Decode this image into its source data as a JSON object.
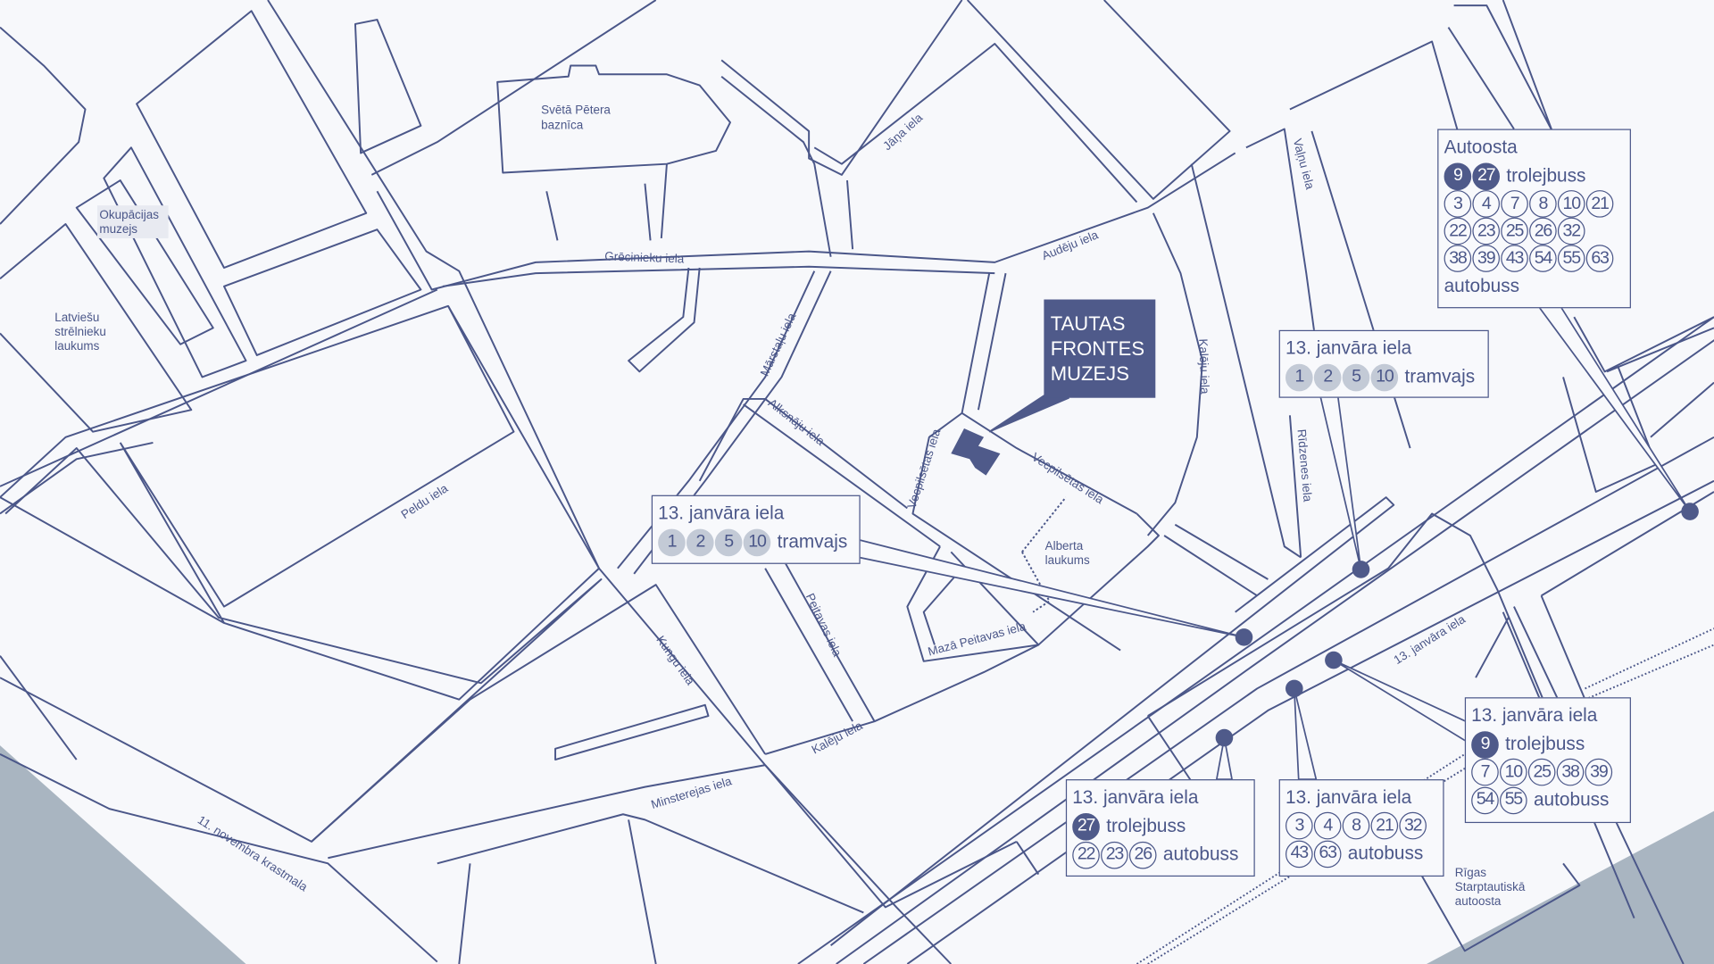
{
  "museum": {
    "line1": "TAUTAS",
    "line2": "FRONTES",
    "line3": "MUZEJS"
  },
  "places": {
    "church": [
      "Svētā Pētera",
      "baznīca"
    ],
    "occupation": [
      "Okupācijas",
      "muzejs"
    ],
    "riflemen": [
      "Latviešu",
      "strēlnieku",
      "laukums"
    ],
    "alberta": [
      "Alberta",
      "laukums"
    ],
    "busstation": [
      "Rīgas",
      "Starptautiskā",
      "autoosta"
    ]
  },
  "streets": {
    "jana": "Jāņa iela",
    "grecinieku": "Grēcinieku iela",
    "audeju": "Audēju iela",
    "valnu": "Vaļņu iela",
    "marstalu": "Mārstaļu iela",
    "kaleju1": "Kalēju iela",
    "alksnaju": "Alksnāju iela",
    "vecpilsetas1": "Vecpilsētas iela",
    "vecpilsetas2": "Vecpilsētas iela",
    "riharda": "Rīdzenes iela",
    "peldu": "Peldu iela",
    "peitavas": "Peitavas iela",
    "maza_peitavas": "Mazā Peitavas iela",
    "kungu": "Kungu iela",
    "kaleju2": "Kalēju iela",
    "minsterejas": "Minsterejas iela",
    "krastmala": "11. novembra krastmala",
    "janvara": "13. janvāra iela"
  },
  "stops": [
    {
      "id": "autoosta",
      "title": "Autoosta",
      "trolley": [
        "9",
        "27"
      ],
      "trolley_label": "trolejbuss",
      "bus": [
        "3",
        "4",
        "7",
        "8",
        "10",
        "21",
        "22",
        "23",
        "25",
        "26",
        "32",
        "38",
        "39",
        "43",
        "54",
        "55",
        "63"
      ],
      "bus_label": "autobuss"
    },
    {
      "id": "tram-right",
      "title": "13. janvāra iela",
      "tram": [
        "1",
        "2",
        "5",
        "10"
      ],
      "tram_label": "tramvajs"
    },
    {
      "id": "tram-left",
      "title": "13. janvāra iela",
      "tram": [
        "1",
        "2",
        "5",
        "10"
      ],
      "tram_label": "tramvajs"
    },
    {
      "id": "stop-a",
      "title": "13. janvāra iela",
      "trolley": [
        "27"
      ],
      "trolley_label": "trolejbuss",
      "bus": [
        "22",
        "23",
        "26"
      ],
      "bus_label": "autobuss"
    },
    {
      "id": "stop-b",
      "title": "13. janvāra iela",
      "bus": [
        "3",
        "4",
        "8",
        "21",
        "32",
        "43",
        "63"
      ],
      "bus_label": "autobuss"
    },
    {
      "id": "stop-c",
      "title": "13. janvāra iela",
      "trolley": [
        "9"
      ],
      "trolley_label": "trolejbuss",
      "bus": [
        "7",
        "10",
        "25",
        "38",
        "39",
        "54",
        "55"
      ],
      "bus_label": "autobuss"
    }
  ],
  "colors": {
    "line": "#4b5789",
    "accent": "#4f5a8a",
    "tram": "#c3cad6",
    "water": "#a9b5c1",
    "bg": "#f7f8fb"
  }
}
